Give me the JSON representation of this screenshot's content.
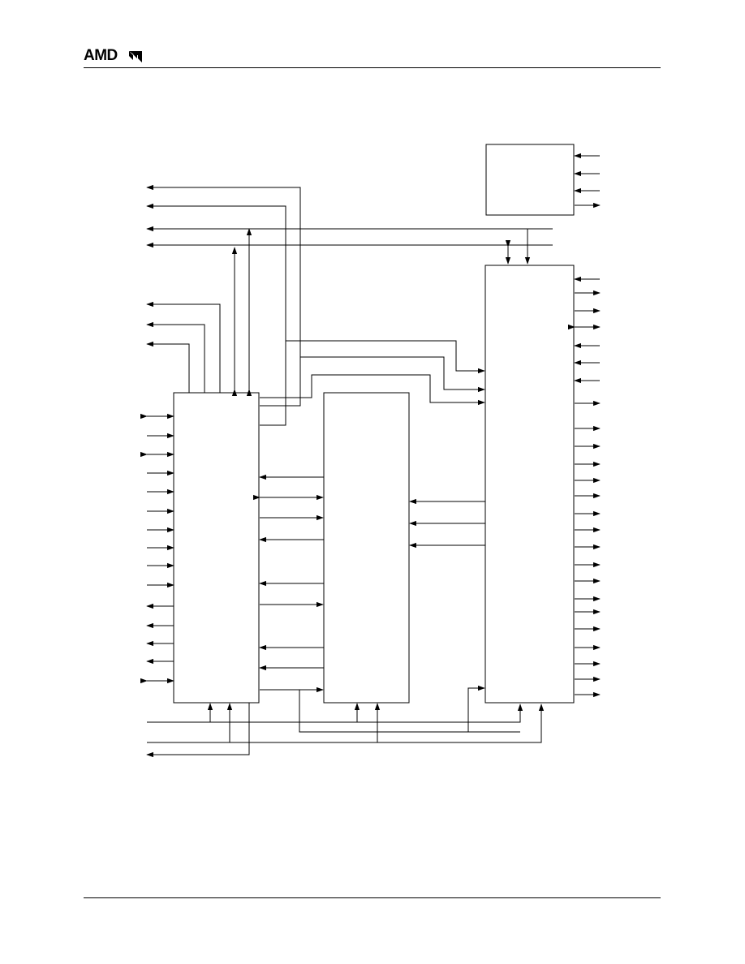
{
  "header": {
    "logo": {
      "text": "AMD",
      "mark_icon": "amd-arrow-logo-icon"
    }
  },
  "colors": {
    "ink": "#000000",
    "paper": "#ffffff"
  },
  "diagram": {
    "blocks": [
      {
        "id": "block-left"
      },
      {
        "id": "block-middle"
      },
      {
        "id": "block-right"
      },
      {
        "id": "block-top-right"
      }
    ]
  }
}
